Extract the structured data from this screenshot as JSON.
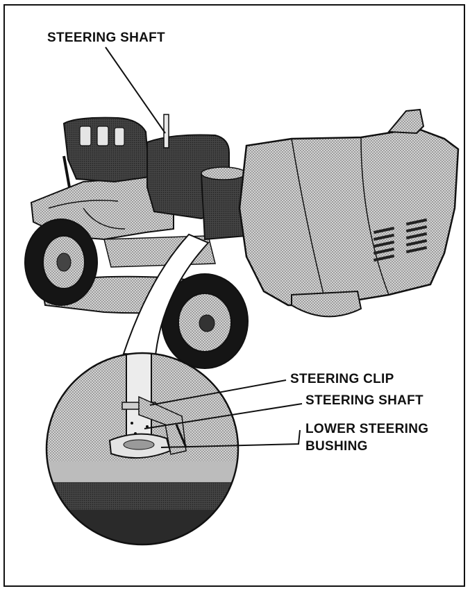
{
  "labels": {
    "top_steering_shaft": "STEERING SHAFT",
    "steering_clip": "STEERING CLIP",
    "detail_steering_shaft": "STEERING SHAFT",
    "lower_bushing_line1": "LOWER STEERING",
    "lower_bushing_line2": "BUSHING"
  },
  "colors": {
    "ink": "#111111",
    "halftone_light": "#c9c9c9",
    "halftone_mid": "#9a9a9a",
    "halftone_dark": "#555555",
    "paper": "#ffffff"
  }
}
